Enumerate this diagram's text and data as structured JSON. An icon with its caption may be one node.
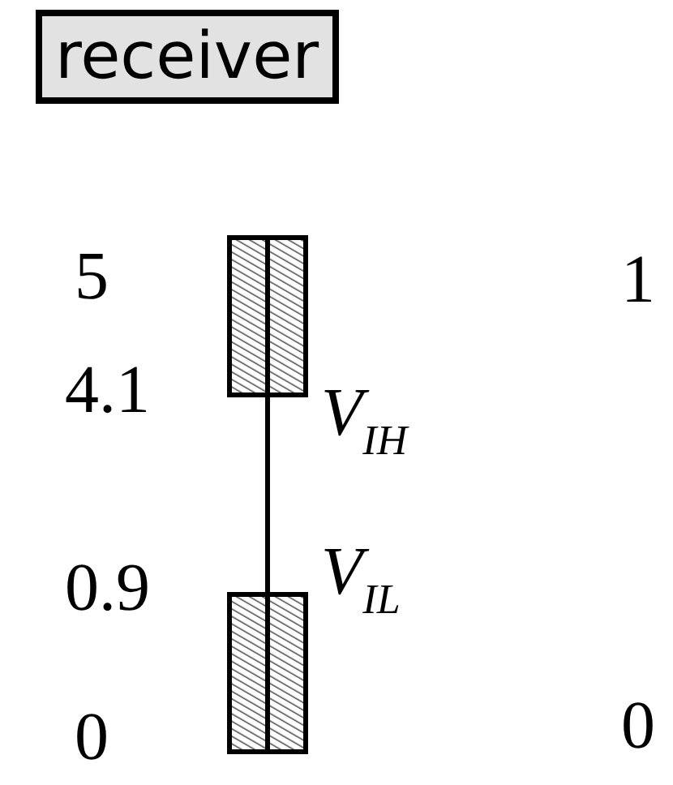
{
  "diagram": {
    "nodes": [
      {
        "text": [
          "receiver"
        ]
      },
      {
        "text": [],
        "shape": "bar"
      },
      {
        "text": [],
        "shape": "bar"
      }
    ],
    "edges": [
      {
        "from": 1,
        "to": 2,
        "arrow": "none"
      }
    ],
    "labels": [
      "5",
      "1",
      "4.1",
      "V$_{IH}$",
      "0.9",
      "V$_{IL}$",
      "0",
      "0"
    ]
  }
}
